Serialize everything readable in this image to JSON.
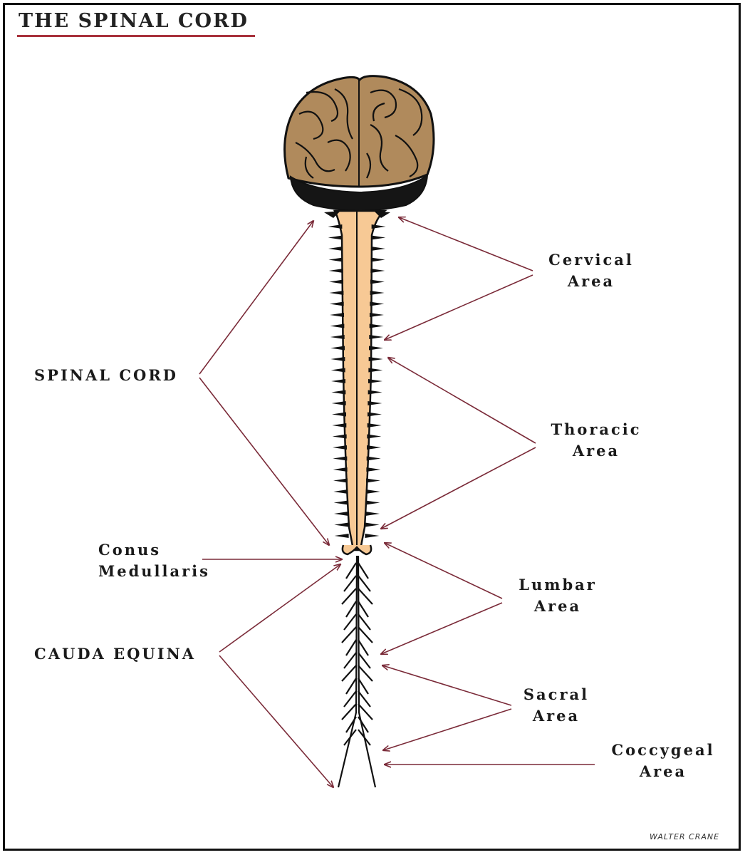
{
  "title": "THE SPINAL CORD",
  "labels": {
    "cervical": [
      "Cervical",
      "Area"
    ],
    "thoracic": [
      "Thoracic",
      "Area"
    ],
    "lumbar": [
      "Lumbar",
      "Area"
    ],
    "sacral": [
      "Sacral",
      "Area"
    ],
    "coccygeal": [
      "Coccygeal",
      "Area"
    ],
    "spinal_cord": "SPINAL CORD",
    "conus": [
      "Conus",
      "Medullaris"
    ],
    "cauda": "CAUDA EQUINA"
  },
  "signature": "WALTER CRANE",
  "colors": {
    "brain": "#b08a5c",
    "cord": "#f7c995",
    "arrow": "#7a2a38",
    "outline": "#111111"
  }
}
